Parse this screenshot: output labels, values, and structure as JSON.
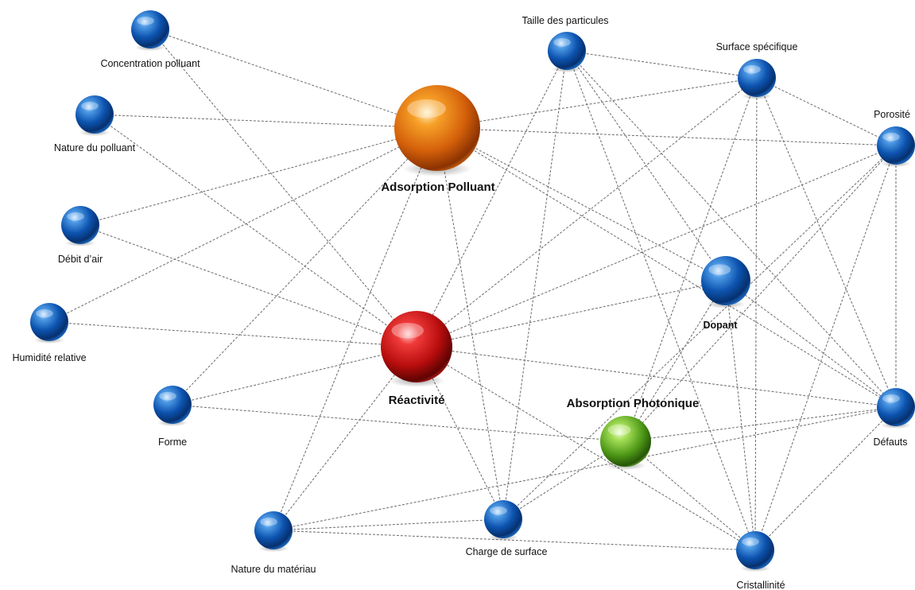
{
  "diagram": {
    "nodes": [
      {
        "id": "concentration",
        "label": "Concentration polluant",
        "color": "blue"
      },
      {
        "id": "nature_polluant",
        "label": "Nature du polluant",
        "color": "blue"
      },
      {
        "id": "debit",
        "label": "Débit d’air",
        "color": "blue"
      },
      {
        "id": "humidite",
        "label": "Humidité relative",
        "color": "blue"
      },
      {
        "id": "forme",
        "label": "Forme",
        "color": "blue"
      },
      {
        "id": "nature_materiau",
        "label": "Nature du matériau",
        "color": "blue"
      },
      {
        "id": "charge",
        "label": "Charge de surface",
        "color": "blue"
      },
      {
        "id": "cristallinite",
        "label": "Cristallinité",
        "color": "blue"
      },
      {
        "id": "defauts",
        "label": "Défauts",
        "color": "blue"
      },
      {
        "id": "porosite",
        "label": "Porosité",
        "color": "blue"
      },
      {
        "id": "surface",
        "label": "Surface spécifique",
        "color": "blue"
      },
      {
        "id": "taille",
        "label": "Taille des particules",
        "color": "blue"
      },
      {
        "id": "dopant",
        "label": "Dopant",
        "color": "blue"
      },
      {
        "id": "adsorption",
        "label": "Adsorption Polluant",
        "color": "orange"
      },
      {
        "id": "reactivite",
        "label": "Réactivité",
        "color": "red"
      },
      {
        "id": "absorption",
        "label": "Absorption Photonique",
        "color": "green"
      }
    ],
    "edges": [
      [
        "concentration",
        "adsorption"
      ],
      [
        "concentration",
        "reactivite"
      ],
      [
        "nature_polluant",
        "adsorption"
      ],
      [
        "nature_polluant",
        "reactivite"
      ],
      [
        "debit",
        "adsorption"
      ],
      [
        "debit",
        "reactivite"
      ],
      [
        "humidite",
        "adsorption"
      ],
      [
        "humidite",
        "reactivite"
      ],
      [
        "forme",
        "reactivite"
      ],
      [
        "forme",
        "absorption"
      ],
      [
        "forme",
        "adsorption"
      ],
      [
        "nature_materiau",
        "adsorption"
      ],
      [
        "nature_materiau",
        "reactivite"
      ],
      [
        "nature_materiau",
        "charge"
      ],
      [
        "nature_materiau",
        "cristallinite"
      ],
      [
        "nature_materiau",
        "defauts"
      ],
      [
        "charge",
        "reactivite"
      ],
      [
        "charge",
        "adsorption"
      ],
      [
        "charge",
        "absorption"
      ],
      [
        "charge",
        "taille"
      ],
      [
        "charge",
        "porosite"
      ],
      [
        "taille",
        "reactivite"
      ],
      [
        "taille",
        "surface"
      ],
      [
        "taille",
        "dopant"
      ],
      [
        "taille",
        "defauts"
      ],
      [
        "taille",
        "cristallinite"
      ],
      [
        "surface",
        "adsorption"
      ],
      [
        "surface",
        "porosite"
      ],
      [
        "surface",
        "defauts"
      ],
      [
        "surface",
        "cristallinite"
      ],
      [
        "surface",
        "absorption"
      ],
      [
        "adsorption",
        "porosite"
      ],
      [
        "adsorption",
        "dopant"
      ],
      [
        "adsorption",
        "defauts"
      ],
      [
        "reactivite",
        "porosite"
      ],
      [
        "reactivite",
        "dopant"
      ],
      [
        "reactivite",
        "defauts"
      ],
      [
        "reactivite",
        "surface"
      ],
      [
        "reactivite",
        "cristallinite"
      ],
      [
        "porosite",
        "defauts"
      ],
      [
        "porosite",
        "absorption"
      ],
      [
        "porosite",
        "cristallinite"
      ],
      [
        "dopant",
        "cristallinite"
      ],
      [
        "dopant",
        "defauts"
      ],
      [
        "dopant",
        "absorption"
      ],
      [
        "absorption",
        "defauts"
      ],
      [
        "absorption",
        "cristallinite"
      ],
      [
        "cristallinite",
        "defauts"
      ]
    ]
  }
}
